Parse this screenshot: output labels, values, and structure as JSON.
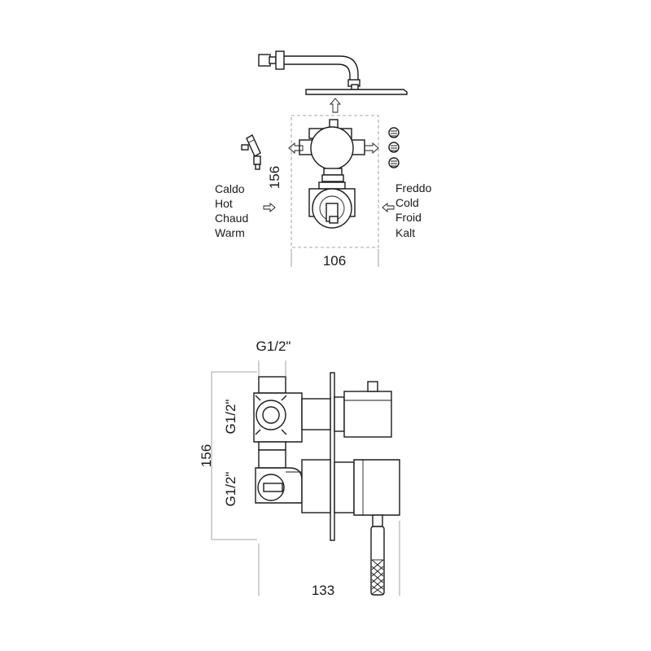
{
  "top_view": {
    "hot_labels": [
      "Caldo",
      "Hot",
      "Chaud",
      "Warm"
    ],
    "cold_labels": [
      "Freddo",
      "Cold",
      "Froid",
      "Kalt"
    ],
    "dim_height": "156",
    "dim_width": "106"
  },
  "side_view": {
    "thread_top": "G1/2\"",
    "thread_upper": "G1/2\"",
    "thread_lower": "G1/2\"",
    "dim_height": "156",
    "dim_depth": "133"
  },
  "colors": {
    "line": "#1a1a1a",
    "dimension": "#8a8a8a"
  }
}
